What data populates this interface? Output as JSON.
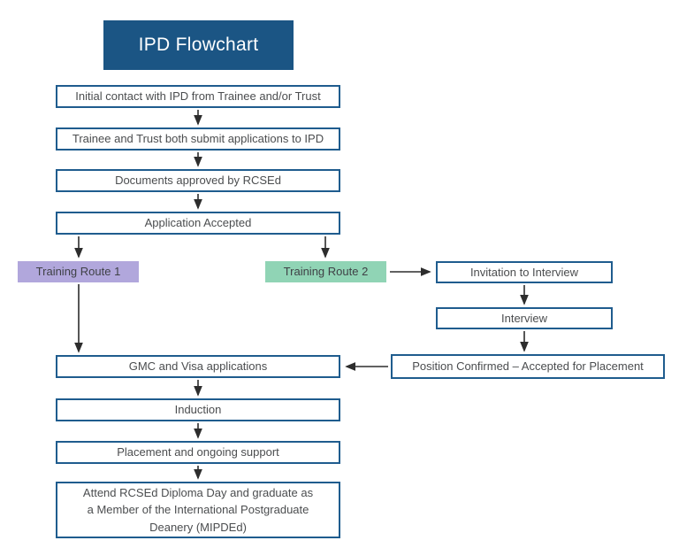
{
  "title": {
    "label": "IPD Flowchart"
  },
  "colors": {
    "title_bg": "#1b5584",
    "box_border": "#1f5c8e",
    "box_fill": "#ffffff",
    "text": "#4b4d4f",
    "route1_bg": "#b1a7dc",
    "route2_bg": "#90d4b5",
    "arrow": "#2d2d2d"
  },
  "nodes": {
    "initial_contact": {
      "label": "Initial contact with IPD from Trainee and/or Trust"
    },
    "submit_applications": {
      "label": "Trainee and Trust both submit applications to IPD"
    },
    "documents_approved": {
      "label": "Documents approved by RCSEd"
    },
    "application_accepted": {
      "label": "Application Accepted"
    },
    "training_route_1": {
      "label": "Training Route 1"
    },
    "training_route_2": {
      "label": "Training Route 2"
    },
    "invitation_to_interview": {
      "label": "Invitation to Interview"
    },
    "interview": {
      "label": "Interview"
    },
    "position_confirmed": {
      "label": "Position Confirmed – Accepted for Placement"
    },
    "gmc_visa": {
      "label": "GMC and Visa applications"
    },
    "induction": {
      "label": "Induction"
    },
    "placement_support": {
      "label": "Placement and ongoing support"
    },
    "diploma_day": {
      "lines": [
        "Attend RCSEd Diploma Day and graduate as",
        "a Member of the International Postgraduate",
        "Deanery (MIPDEd)"
      ]
    }
  }
}
